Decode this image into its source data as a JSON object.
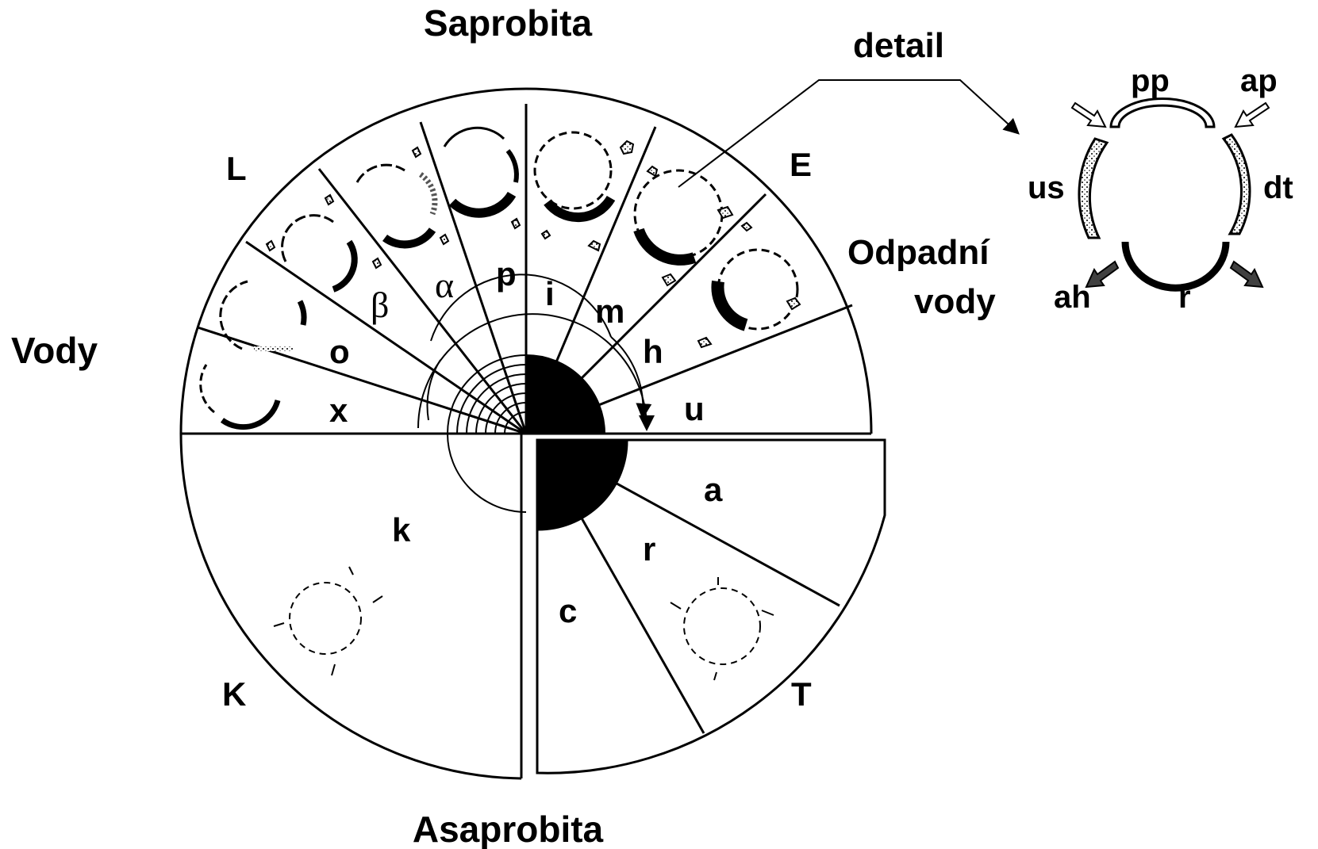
{
  "colors": {
    "ink": "#000000",
    "paper": "#ffffff",
    "arrow_dark": "#404040",
    "stipple": "#cfcfcf"
  },
  "titles": {
    "top": "Saprobita",
    "bottom": "Asaprobita",
    "left": "Vody",
    "waste_line1": "Odpadní",
    "waste_line2": "vody",
    "detail": "detail"
  },
  "groups": {
    "L": "L",
    "E": "E",
    "K": "K",
    "T": "T"
  },
  "sectors": {
    "x": "x",
    "o": "o",
    "beta": "β",
    "alpha": "α",
    "p": "p",
    "i": "i",
    "m": "m",
    "h": "h",
    "u": "u",
    "a": "a",
    "r": "r",
    "c": "c",
    "k": "k"
  },
  "detail_labels": {
    "pp": "pp",
    "ap": "ap",
    "us": "us",
    "dt": "dt",
    "ah": "ah",
    "r": "r"
  },
  "icons": [
    "organism-ring-icon",
    "arrow-icon",
    "detail-ring-icon"
  ]
}
